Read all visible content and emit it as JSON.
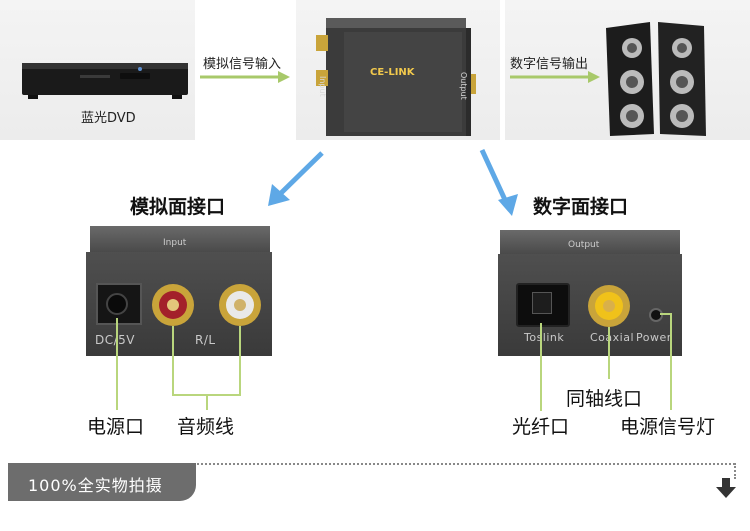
{
  "top": {
    "dvd_caption": "蓝光DVD",
    "analog_in_label": "模拟信号输入",
    "digital_out_label": "数字信号输出",
    "brand": "CE-LINK",
    "input_side": "Input",
    "output_side": "Output"
  },
  "left_panel": {
    "heading": "模拟面接口",
    "panel_title": "Input",
    "dc_print": "DC/5V",
    "rl_print": "R/L",
    "callouts": {
      "power_port": "电源口",
      "audio_line": "音频线"
    }
  },
  "right_panel": {
    "heading": "数字面接口",
    "panel_title": "Output",
    "toslink_print": "Toslink",
    "coaxial_print": "Coaxial",
    "power_print": "Power",
    "callouts": {
      "coaxial_port": "同轴线口",
      "optical_port": "光纤口",
      "power_led": "电源信号灯"
    }
  },
  "footer": {
    "label": "100%全实物拍摄",
    "icon": "down-arrow-icon"
  },
  "colors": {
    "callout_line": "#b9d67d",
    "arrow_green": "#a8c96a",
    "arrow_blue": "#5ea8e6",
    "gold": "#c9a43a",
    "footer_tab": "#6d6d6d"
  }
}
